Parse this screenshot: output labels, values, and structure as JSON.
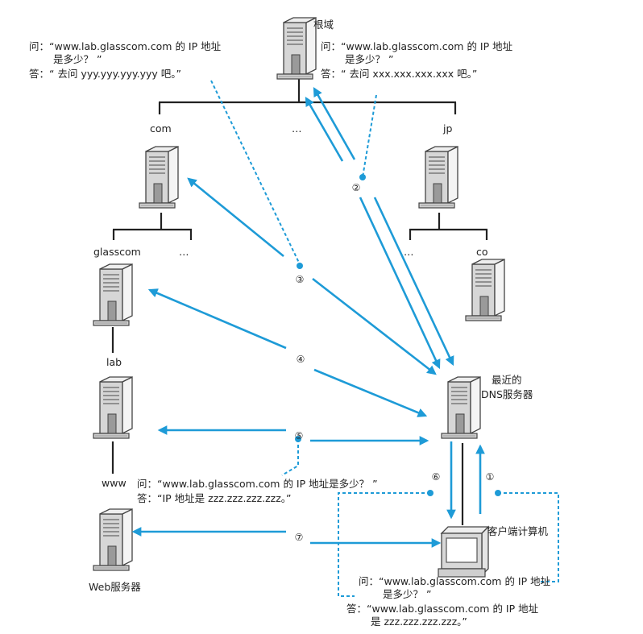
{
  "nodes": {
    "root": "根域",
    "com": "com",
    "root_more": "…",
    "jp": "jp",
    "glasscom": "glasscom",
    "com_more": "…",
    "jp_more": "…",
    "co": "co",
    "lab": "lab",
    "www": "www",
    "dns_line1": "最近的",
    "dns_line2": "DNS服务器",
    "client": "客户端计算机",
    "web": "Web服务器"
  },
  "steps": [
    "①",
    "②",
    "③",
    "④",
    "⑤",
    "⑥",
    "⑦"
  ],
  "notes": {
    "left_q1": "问：“www.lab.glasscom.com 的 IP 地址",
    "left_q2": "是多少？ ”",
    "left_a": "答：“ 去问 yyy.yyy.yyy.yyy 吧。”",
    "right_q1": "问：“www.lab.glasscom.com 的 IP 地址",
    "right_q2": "是多少？ ”",
    "right_a": "答：“ 去问 xxx.xxx.xxx.xxx 吧。”",
    "www_q": "问：“www.lab.glasscom.com 的 IP 地址是多少？ ”",
    "www_a": "答：“IP 地址是 zzz.zzz.zzz.zzz。”",
    "client_q1": "问：“www.lab.glasscom.com 的 IP 地址",
    "client_q2": "是多少？ ”",
    "client_a1": "答：“www.lab.glasscom.com 的 IP 地址",
    "client_a2": "是 zzz.zzz.zzz.zzz。”"
  },
  "colors": {
    "arrow": "#1e9bd7",
    "tree": "#222222",
    "server_body": "#d8d8d8"
  }
}
